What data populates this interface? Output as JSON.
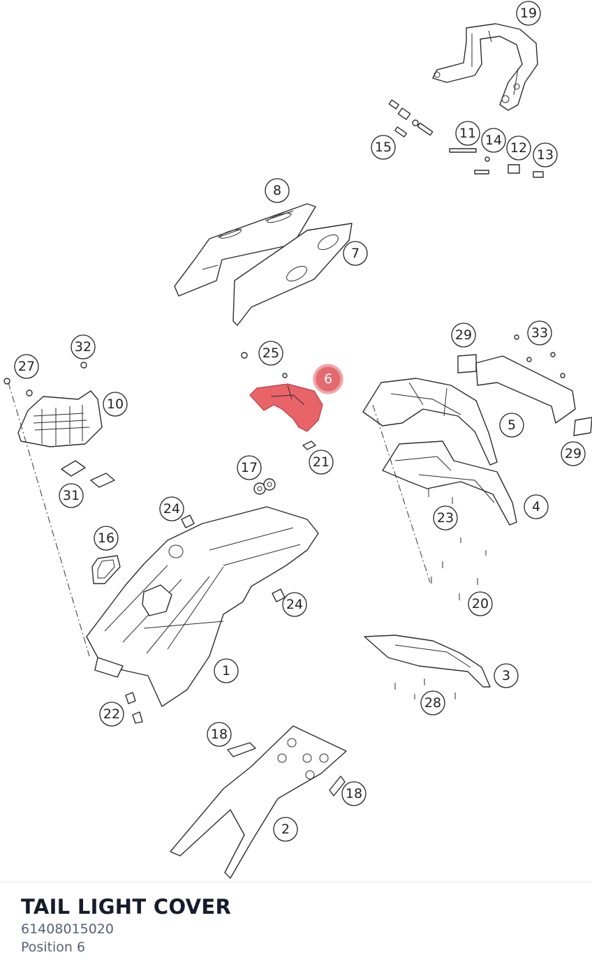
{
  "diagram": {
    "callouts": [
      {
        "id": "1",
        "label": "1",
        "selected": false
      },
      {
        "id": "2",
        "label": "2",
        "selected": false
      },
      {
        "id": "3",
        "label": "3",
        "selected": false
      },
      {
        "id": "4",
        "label": "4",
        "selected": false
      },
      {
        "id": "5",
        "label": "5",
        "selected": false
      },
      {
        "id": "6",
        "label": "6",
        "selected": true
      },
      {
        "id": "7",
        "label": "7",
        "selected": false
      },
      {
        "id": "8",
        "label": "8",
        "selected": false
      },
      {
        "id": "10",
        "label": "10",
        "selected": false
      },
      {
        "id": "11",
        "label": "11",
        "selected": false
      },
      {
        "id": "12",
        "label": "12",
        "selected": false
      },
      {
        "id": "13",
        "label": "13",
        "selected": false
      },
      {
        "id": "14",
        "label": "14",
        "selected": false
      },
      {
        "id": "15",
        "label": "15",
        "selected": false
      },
      {
        "id": "16",
        "label": "16",
        "selected": false
      },
      {
        "id": "17",
        "label": "17",
        "selected": false
      },
      {
        "id": "18a",
        "label": "18",
        "selected": false
      },
      {
        "id": "18b",
        "label": "18",
        "selected": false
      },
      {
        "id": "19",
        "label": "19",
        "selected": false
      },
      {
        "id": "20",
        "label": "20",
        "selected": false
      },
      {
        "id": "21",
        "label": "21",
        "selected": false
      },
      {
        "id": "22",
        "label": "22",
        "selected": false
      },
      {
        "id": "23",
        "label": "23",
        "selected": false
      },
      {
        "id": "24a",
        "label": "24",
        "selected": false
      },
      {
        "id": "24b",
        "label": "24",
        "selected": false
      },
      {
        "id": "25",
        "label": "25",
        "selected": false
      },
      {
        "id": "27",
        "label": "27",
        "selected": false
      },
      {
        "id": "28",
        "label": "28",
        "selected": false
      },
      {
        "id": "29a",
        "label": "29",
        "selected": false
      },
      {
        "id": "29b",
        "label": "29",
        "selected": false
      },
      {
        "id": "31",
        "label": "31",
        "selected": false
      },
      {
        "id": "32",
        "label": "32",
        "selected": false
      },
      {
        "id": "33",
        "label": "33",
        "selected": false
      }
    ],
    "highlight_color": "#e96469"
  },
  "footer": {
    "title": "TAIL LIGHT COVER",
    "part_number": "61408015020",
    "position": "Position 6"
  }
}
